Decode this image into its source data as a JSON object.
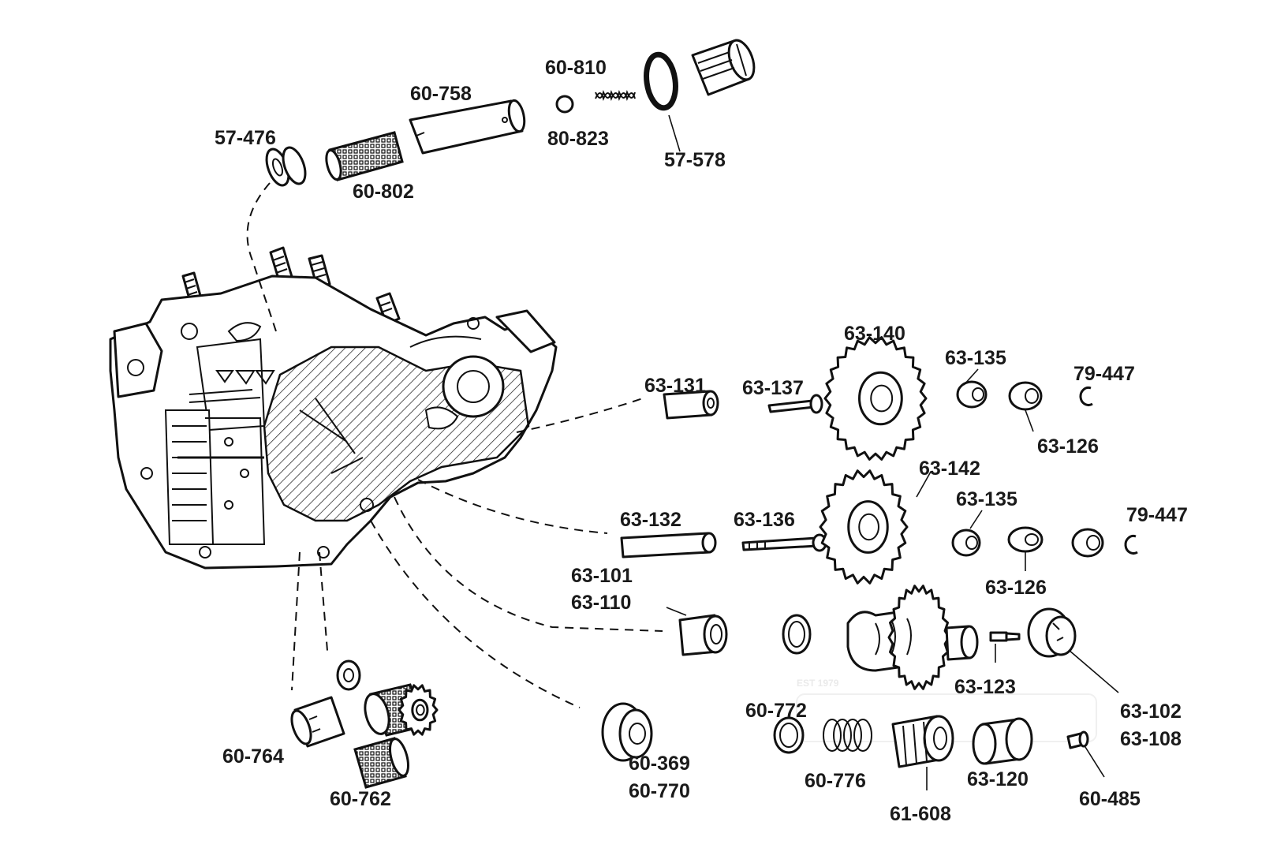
{
  "watermark": {
    "est": "EST 1979"
  },
  "labels": {
    "p57_476": "57-476",
    "p60_758": "60-758",
    "p60_810": "60-810",
    "p80_823": "80-823",
    "p60_802": "60-802",
    "p57_578": "57-578",
    "p63_140": "63-140",
    "p63_131": "63-131",
    "p63_137": "63-137",
    "p63_135a": "63-135",
    "p79_447a": "79-447",
    "p63_126a": "63-126",
    "p63_142": "63-142",
    "p63_132": "63-132",
    "p63_136": "63-136",
    "p63_135b": "63-135",
    "p79_447b": "79-447",
    "p63_126b": "63-126",
    "p63_101": "63-101",
    "p63_110": "63-110",
    "p63_123": "63-123",
    "p63_102": "63-102",
    "p63_108": "63-108",
    "p60_772": "60-772",
    "p60_776": "60-776",
    "p61_608": "61-608",
    "p63_120": "63-120",
    "p60_485": "60-485",
    "p60_369": "60-369",
    "p60_770": "60-770",
    "p60_764": "60-764",
    "p60_762": "60-762"
  }
}
